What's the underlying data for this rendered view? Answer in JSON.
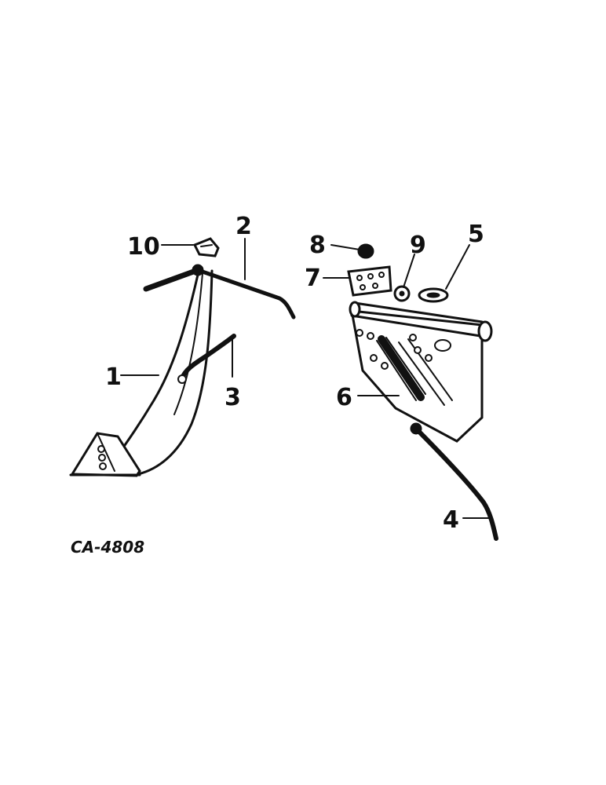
{
  "diagram_code": "CA-4808",
  "callouts": [
    "1",
    "2",
    "3",
    "4",
    "5",
    "6",
    "7",
    "8",
    "9",
    "10"
  ],
  "ink_color": "#111111",
  "background_color": "#ffffff"
}
